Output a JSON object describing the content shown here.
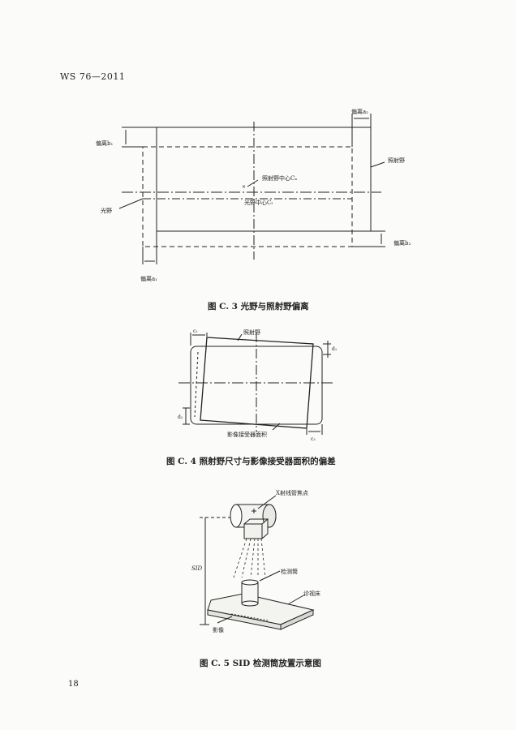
{
  "header": {
    "standard": "WS 76—2011"
  },
  "page": {
    "number": "18"
  },
  "figure_c3": {
    "caption": "图 C. 3   光野与照射野偏离",
    "label_offset_b1": "偏离b₁",
    "label_offset_b2": "偏离b₂",
    "label_offset_a1": "偏离a₁",
    "label_offset_a2": "偏离a₂",
    "label_light_field": "光野",
    "label_radiation_field": "照射野",
    "label_radiation_center": "照射野中心Cₓ",
    "label_light_center": "光野中心Cₗ"
  },
  "figure_c4": {
    "caption": "图 C. 4   照射野尺寸与影像接受器面积的偏差",
    "label_radiation_field": "照射野",
    "label_receptor_area": "影像接受器面积",
    "label_c1": "c₁",
    "label_c2": "c₂",
    "label_d1": "d₁",
    "label_d2": "d₂"
  },
  "figure_c5": {
    "caption": "图 C. 5   SID 检测筒放置示意图",
    "label_focus": "X射线管焦点",
    "label_sid": "SID",
    "label_cylinder": "检测筒",
    "label_table": "诊视床",
    "label_image": "影像"
  }
}
